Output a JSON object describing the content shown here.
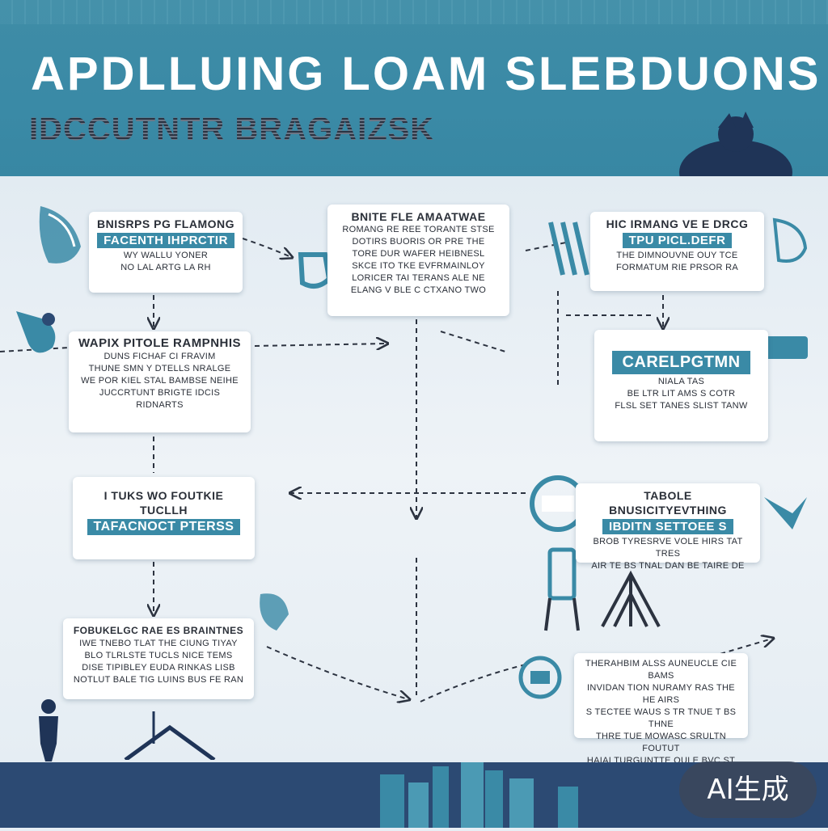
{
  "header": {
    "title": "APDLLUING LOAM SLEBDUONS",
    "subtitle": "IDCCUTNTR BRAGAIZSK"
  },
  "cards": [
    {
      "id": "c1",
      "heading": "BNISRPS PG FLAMONG",
      "bar": "FACENTH IHPRCTIR",
      "lines": [
        "WY WALLU YONER",
        "NO LAL ARTG LA RH"
      ]
    },
    {
      "id": "c2",
      "heading": "BNITE FLE AMAATWAE",
      "bar": "",
      "lines": [
        "ROMANG RE REE TORANTE STSE",
        "DOTIRS BUORIS OR PRE THE",
        "TORE DUR WAFER HEIBNESL",
        "SKCE ITO TKE EVFRMAINLOY",
        "LORICER TAI TERANS ALE NE",
        "ELANG V BLE C CTXANO TWO"
      ]
    },
    {
      "id": "c3",
      "heading": "HIC IRMANG VE E DRCG",
      "bar": "TPU PICL.DEFR",
      "lines": [
        "THE DIMNOUVNE OUY TCE",
        "FORMATUM RIE PRSOR RA"
      ]
    },
    {
      "id": "c4",
      "heading": "WAPIX PITOLE RAMPNHIS",
      "bar": "",
      "lines": [
        "DUNS FICHAF CI FRAVIM",
        "THUNE SMN Y DTELLS NRALGE",
        "WE POR KIEL STAL BAMBSE NEIHE",
        "JUCCRTUNT BRIGTE IDCIS RIDNARTS"
      ]
    },
    {
      "id": "c5",
      "heading": "",
      "bar": "CARELPGTMN",
      "lines": [
        "NIALA TAS",
        "BE LTR LIT AMS S COTR",
        "FLSL SET TANES SLIST TANW"
      ]
    },
    {
      "id": "c6",
      "heading": "I TUKS WO FOUTKIE TUCLLH",
      "bar": "TAFACNOCT PTERSS",
      "lines": []
    },
    {
      "id": "c7",
      "heading": "TABOLE BNUSICITYEVTHING",
      "bar": "IBDITN SETTOEE S",
      "lines": [
        "BROB TYRESRVE VOLE HIRS TAT TRES",
        "AIR TE BS TNAL DAN BE TAIRE DE"
      ]
    },
    {
      "id": "c8",
      "heading": "FOBUKELGC RAE ES BRAINTNES",
      "bar": "",
      "lines": [
        "IWE TNEBO TLAT THE CIUNG TIYAY",
        "BLO TLRLSTE TUCLS NICE TEMS",
        "DISE TIPIBLEY EUDA RINKAS LISB",
        "NOTLUT BALE TIG LUINS BUS FE RAN"
      ]
    },
    {
      "id": "c9",
      "heading": "",
      "bar": "",
      "lines": [
        "THERAHBIM ALSS AUNEUCLE CIE BAMS",
        "INVIDAN TION NURAMY RAS THE HE AIRS",
        "S TECTEE WAUS S TR TNUE T BS THNE",
        "THRE TUE MOWASC SRULTN FOUTUT",
        "HAIAI TURGUNTTE OULE BVC ST TTAS"
      ]
    }
  ],
  "badge": {
    "label": "AI生成"
  },
  "colors": {
    "accent": "#3a8aa6",
    "header": "#3f8ca6",
    "footer": "#2c4a73",
    "board": "#e7eef4"
  }
}
